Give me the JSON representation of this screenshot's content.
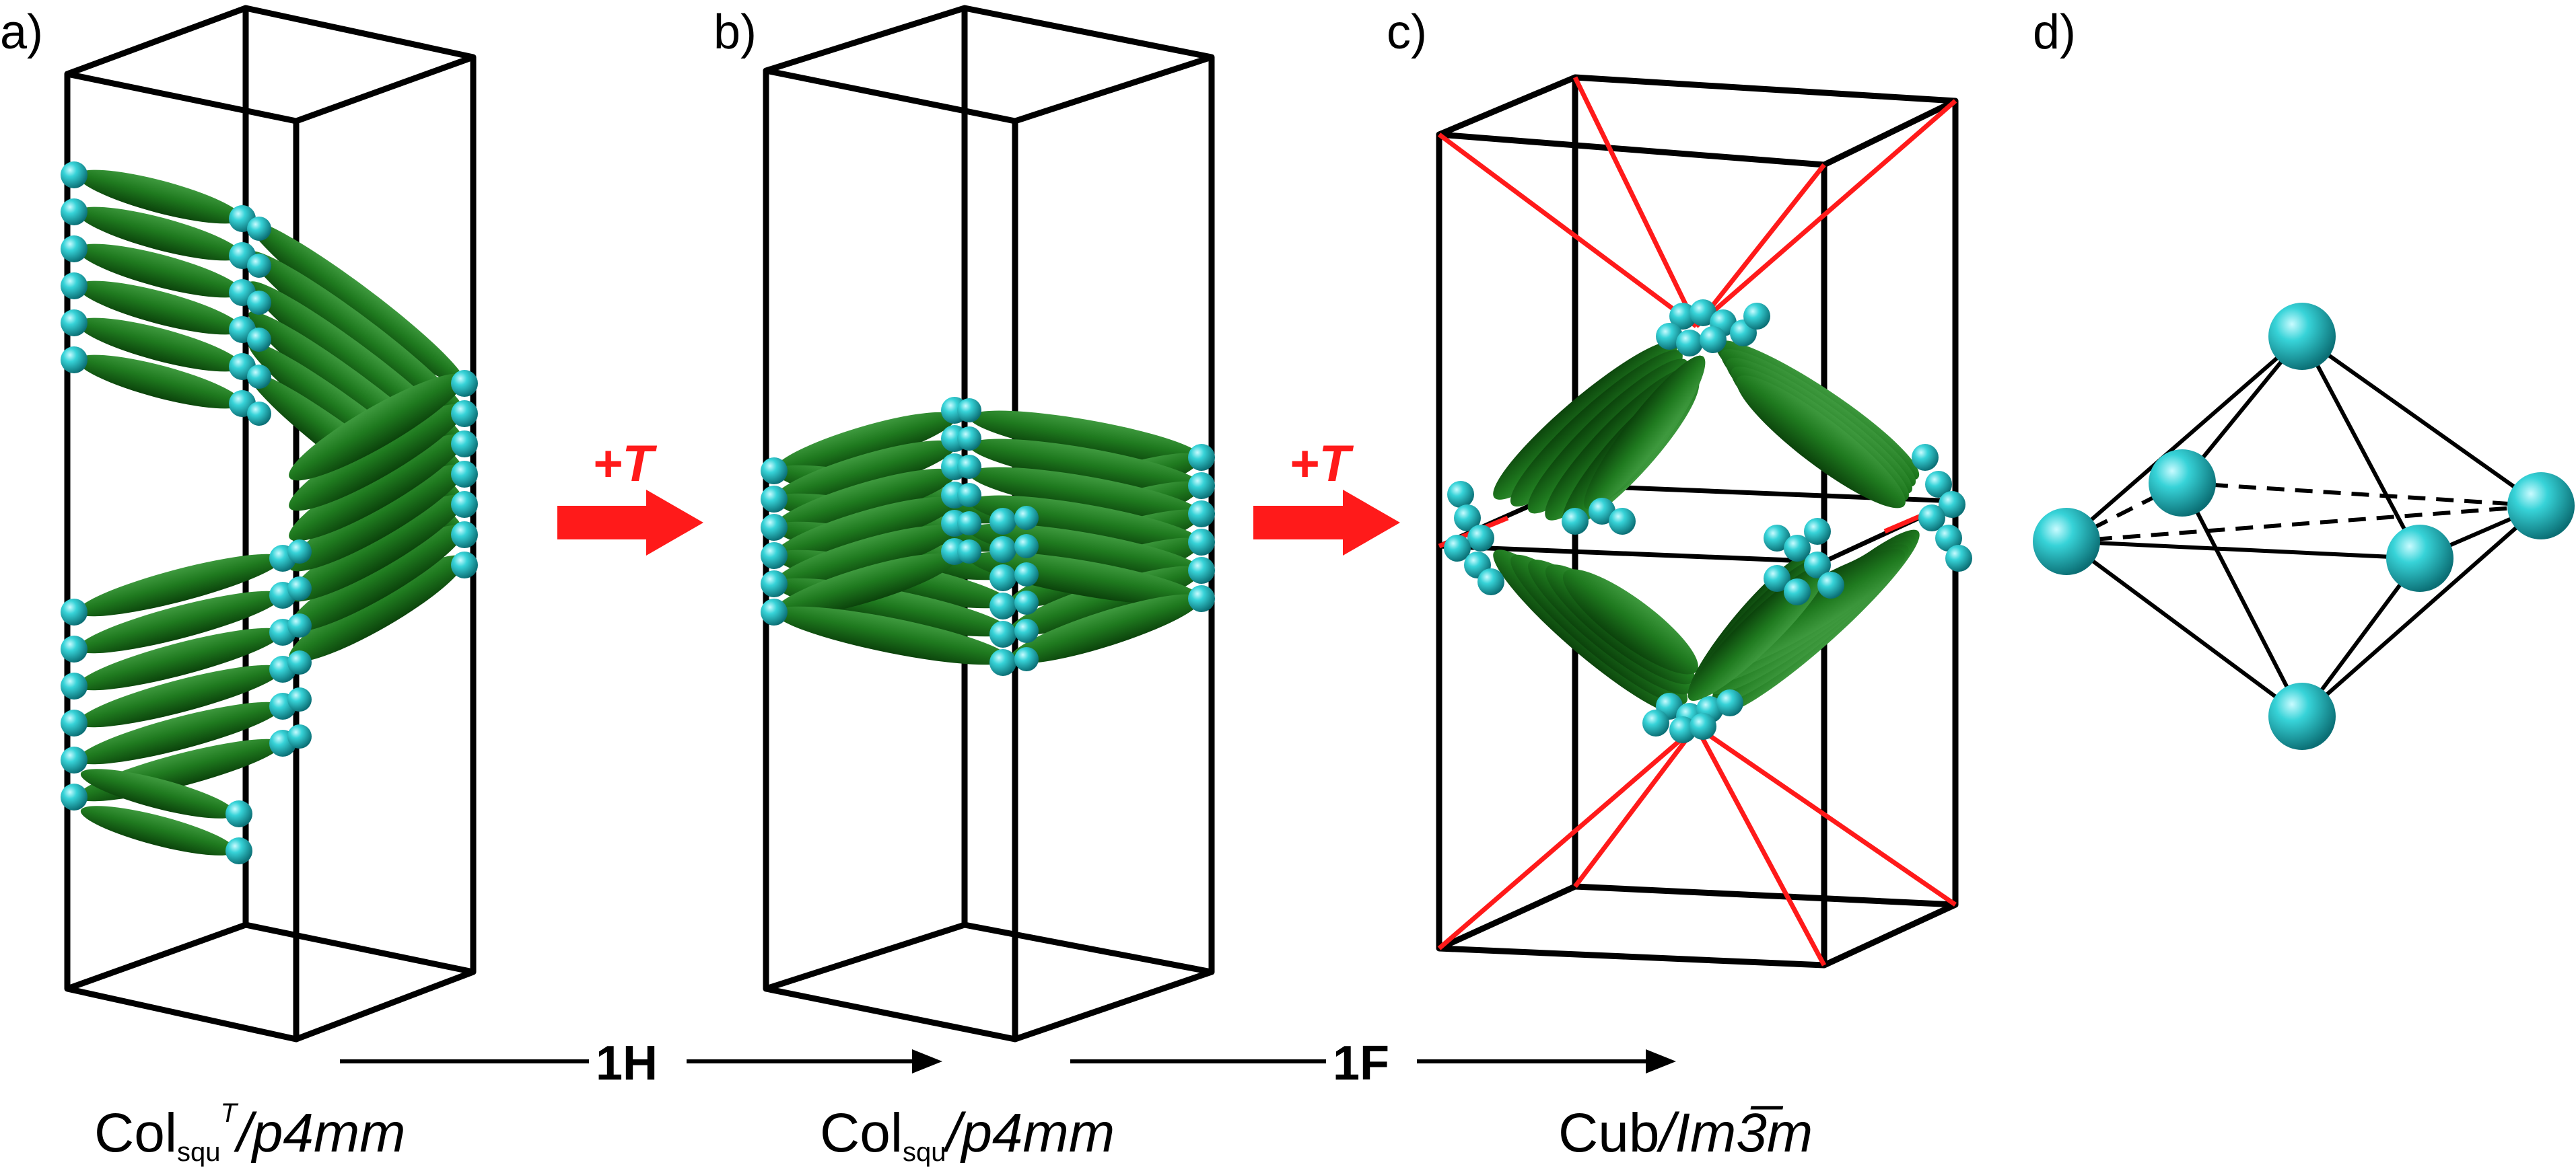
{
  "panels": [
    {
      "label": "a)",
      "phase_main": "Col",
      "phase_sub": "squ",
      "phase_sup": "T",
      "phase_group": "/p4mm"
    },
    {
      "label": "b)",
      "phase_main": "Col",
      "phase_sub": "squ",
      "phase_sup": "",
      "phase_group": "/p4mm"
    },
    {
      "label": "c)",
      "phase_main": "Cub",
      "phase_sub": "",
      "phase_sup": "",
      "phase_group": "/Im3̅m"
    },
    {
      "label": "d)"
    }
  ],
  "transitions": {
    "temperature_label": "+T",
    "compound_1": "1H",
    "compound_2": "1F"
  },
  "colors": {
    "rod": "#1c6e1c",
    "rod_dark": "#0e4d0e",
    "sphere": "#2ecbd1",
    "sphere_dark": "#0f8a90",
    "frame": "#000000",
    "red": "#ff1a1a"
  }
}
